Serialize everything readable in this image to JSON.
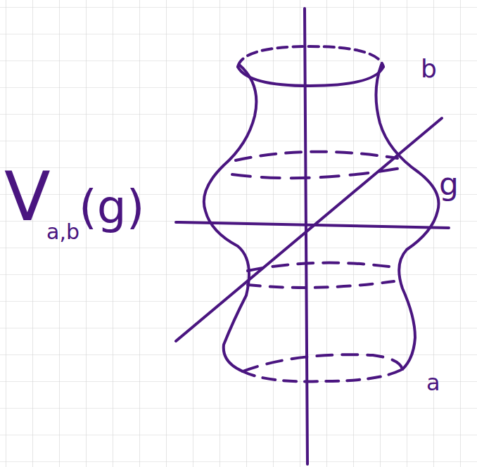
{
  "diagram": {
    "labels": [
      "V",
      "a,b",
      "(g)",
      "b",
      "g",
      "a"
    ]
  }
}
